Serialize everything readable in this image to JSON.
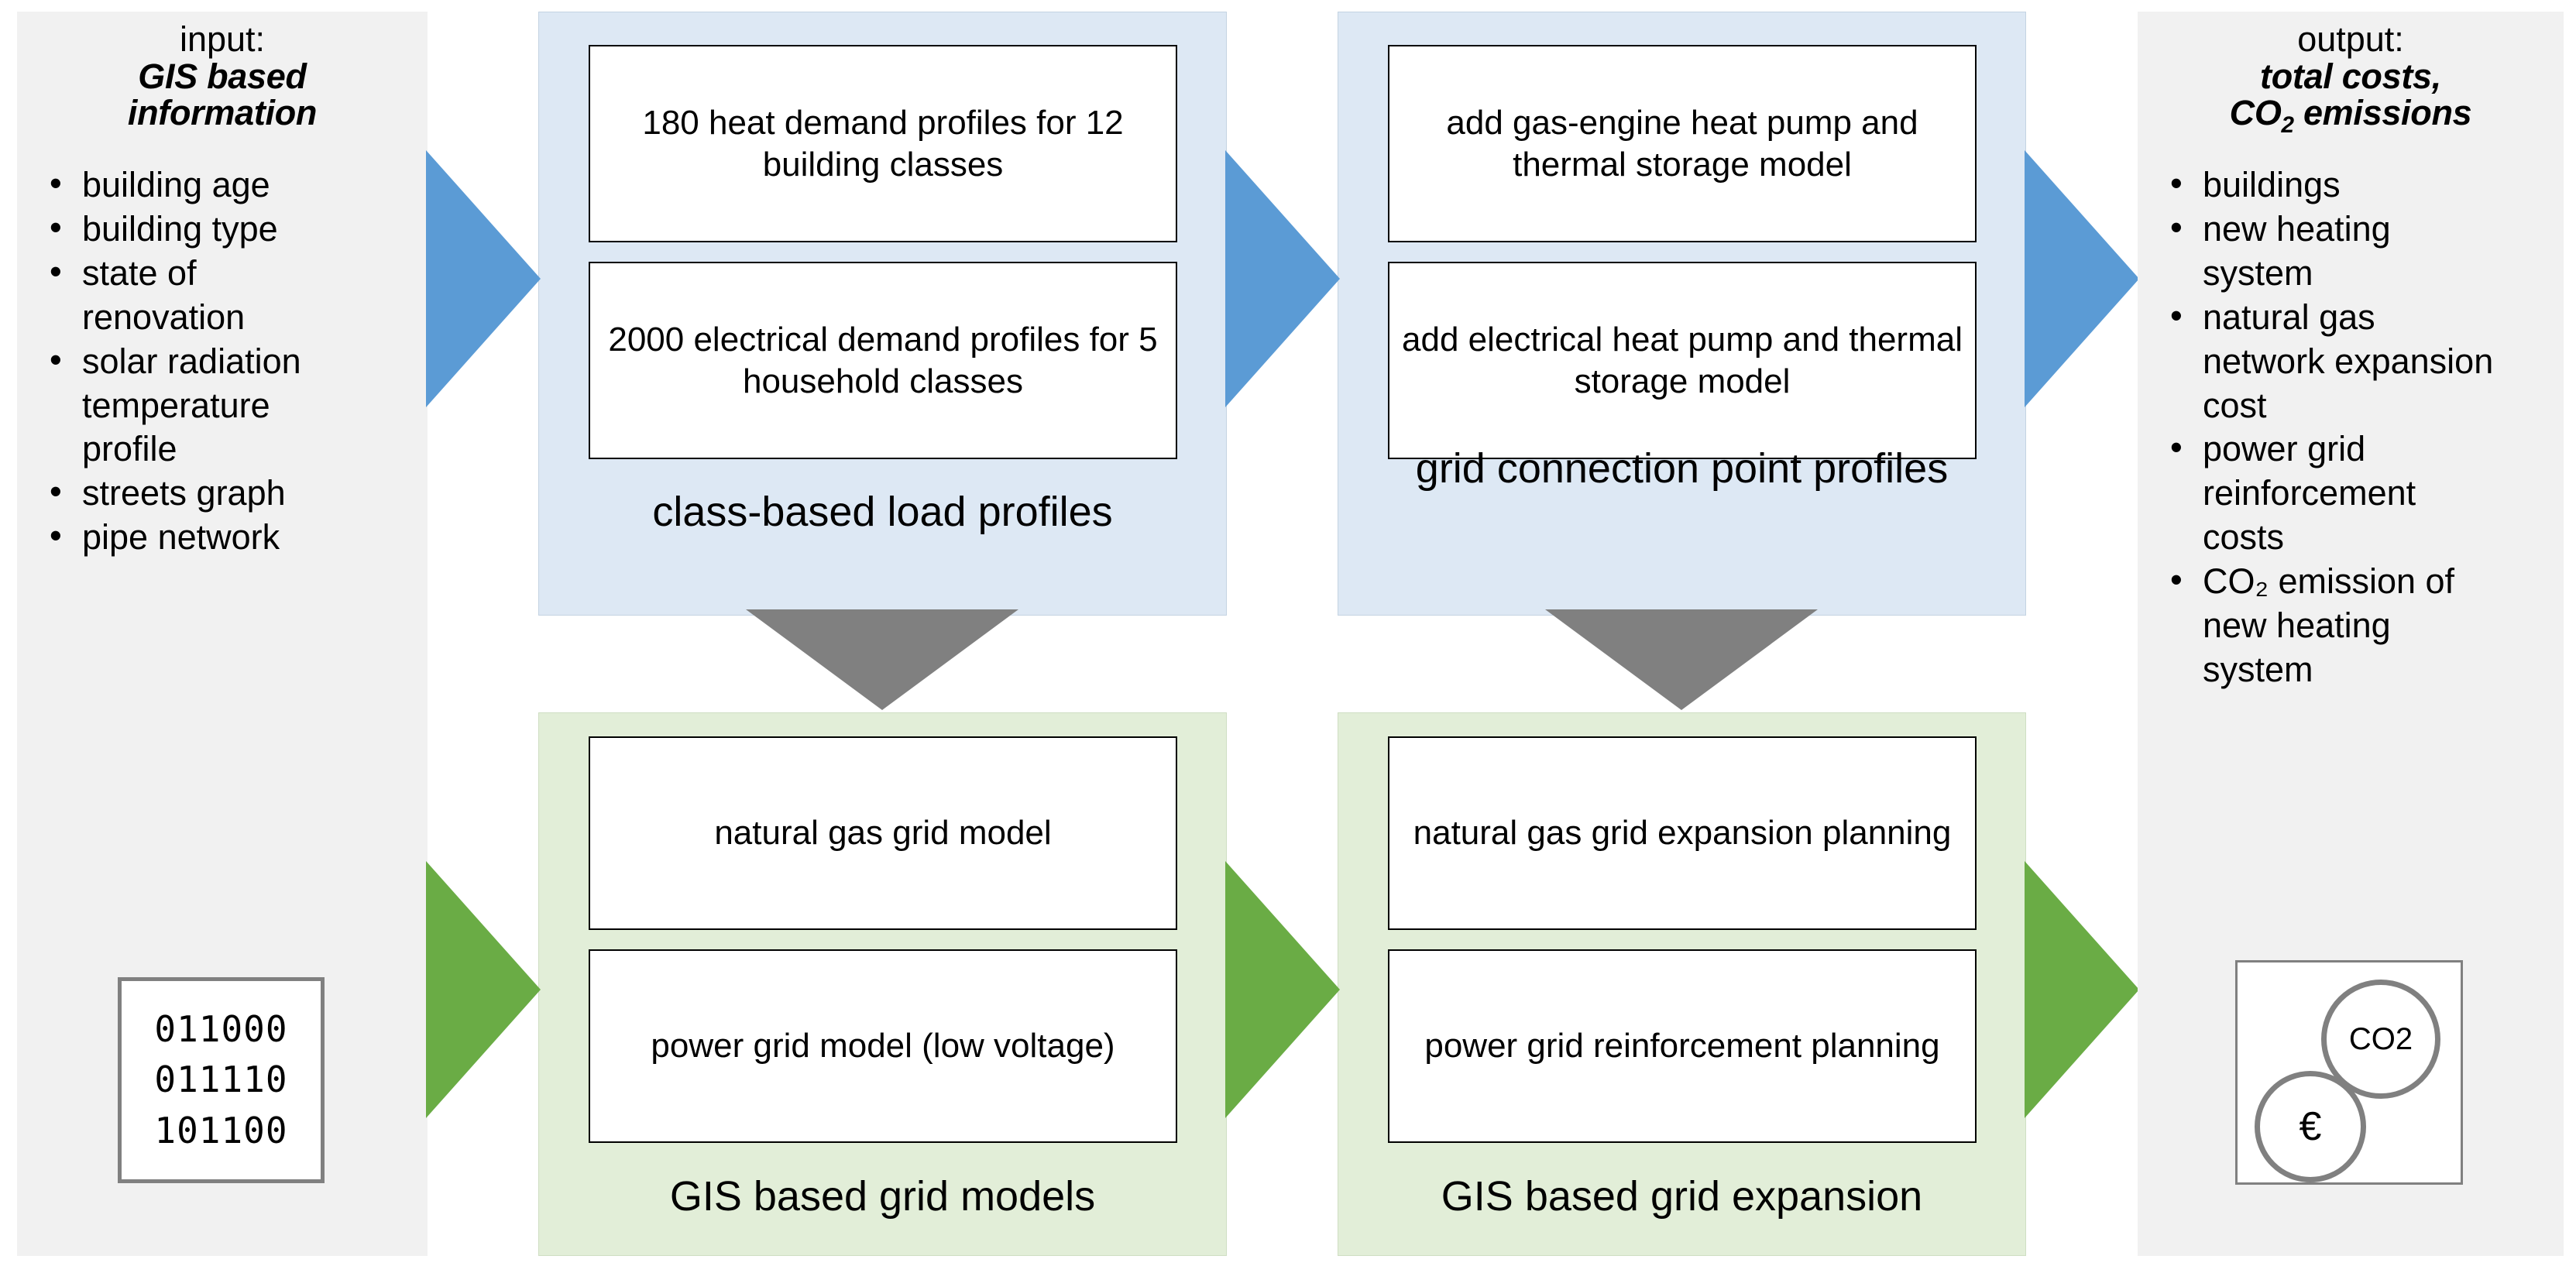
{
  "input_panel": {
    "heading_prefix": "input:",
    "heading_emphasis_line1": "GIS based",
    "heading_emphasis_line2": "information",
    "items": [
      {
        "text": "building age"
      },
      {
        "text": "building type"
      },
      {
        "text": "state of"
      },
      {
        "text": "renovation",
        "bullet": false
      },
      {
        "text": "solar radiation"
      },
      {
        "text": "temperature",
        "bullet": false
      },
      {
        "text": "profile",
        "bullet": false
      },
      {
        "text": "streets graph"
      },
      {
        "text": "pipe network"
      }
    ],
    "binary_card": {
      "lines": [
        "011000",
        "011110",
        "101100"
      ]
    }
  },
  "output_panel": {
    "heading_prefix": "output:",
    "heading_emphasis_line1": "total costs,",
    "heading_emphasis_line2_pre": "CO",
    "heading_emphasis_line2_sub": "2",
    "heading_emphasis_line2_post": " emissions",
    "items": [
      {
        "text": "buildings"
      },
      {
        "text": "new heating"
      },
      {
        "text": "system",
        "bullet": false
      },
      {
        "text": "natural gas"
      },
      {
        "text": "network expansion",
        "bullet": false
      },
      {
        "text": "cost",
        "bullet": false
      },
      {
        "text": "power grid"
      },
      {
        "text": "reinforcement",
        "bullet": false
      },
      {
        "text": "costs",
        "bullet": false
      },
      {
        "text": "CO₂ emission of"
      },
      {
        "text": "new heating",
        "bullet": false
      },
      {
        "text": "system",
        "bullet": false
      }
    ],
    "result_card": {
      "co2_label": "CO2",
      "euro_label": "€"
    }
  },
  "stages": {
    "class_based_load_profiles": {
      "caption": "class-based load profiles",
      "boxes": [
        "180 heat demand profiles for 12 building classes",
        "2000 electrical demand profiles for 5 household classes"
      ]
    },
    "grid_connection_point_profiles": {
      "caption": "grid connection point profiles",
      "boxes": [
        "add gas-engine heat pump and thermal storage model",
        "add electrical heat pump and thermal storage model"
      ]
    },
    "gis_based_grid_models": {
      "caption": "GIS based grid models",
      "boxes": [
        "natural gas grid model",
        "power grid model (low voltage)"
      ]
    },
    "gis_based_grid_expansion": {
      "caption": "GIS based grid expansion",
      "boxes": [
        "natural gas grid expansion planning",
        "power grid reinforcement planning"
      ]
    }
  },
  "colors": {
    "arrow_blue": "#5b9bd5",
    "arrow_green": "#6aac45",
    "arrow_gray": "#808080",
    "panel_blue": "#dde8f4",
    "panel_green": "#e2eed8",
    "panel_gray": "#f1f1f1"
  }
}
